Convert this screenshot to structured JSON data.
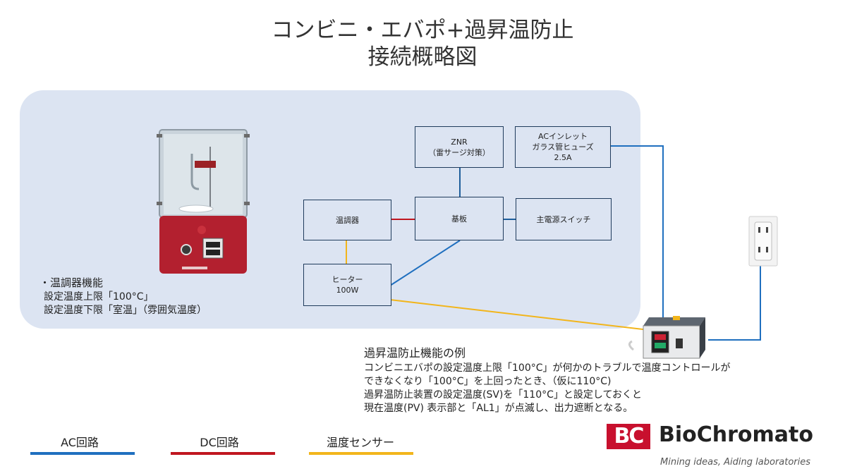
{
  "title": {
    "line1": "コンビニ・エバポ+過昇温防止",
    "line2": "接続概略図"
  },
  "boxes": {
    "znr": "ZNR\n（雷サージ対策）",
    "ac_inlet": "ACインレット\nガラス管ヒューズ\n2.5A",
    "controller": "温調器",
    "board": "基板",
    "main_switch": "主電源スイッチ",
    "heater": "ヒーター\n100W"
  },
  "controller_function": {
    "heading": "・温調器機能",
    "upper": "設定温度上限「100°C」",
    "lower": "設定温度下限「室温」（雰囲気温度）"
  },
  "overheat_example": {
    "heading": "過昇温防止機能の例",
    "line1": "コンビニエバポの設定温度上限「100°C」が何かのトラブルで温度コントロールが",
    "line2": "できなくなり「100°C」を上回ったとき、（仮に110°C)",
    "line3": "過昇温防止装置の設定温度(SV)を「110°C」と設定しておくと",
    "line4": "現在温度(PV) 表示部と「AL1」が点滅し、出力遮断となる。"
  },
  "legend": [
    {
      "label": "AC回路",
      "color": "#1f6fbf"
    },
    {
      "label": "DC回路",
      "color": "#c0161f"
    },
    {
      "label": "温度センサー",
      "color": "#f2b51b"
    }
  ],
  "logo": {
    "mark": "BC",
    "name": "BioChromato",
    "tagline": "Mining ideas, Aiding laboratories"
  },
  "colors": {
    "ac": "#1f6fbf",
    "dc": "#c0161f",
    "sensor": "#f2b51b",
    "panel": "#dce4f2",
    "box_border": "#1f3b5c",
    "brand_red": "#c8102e"
  }
}
